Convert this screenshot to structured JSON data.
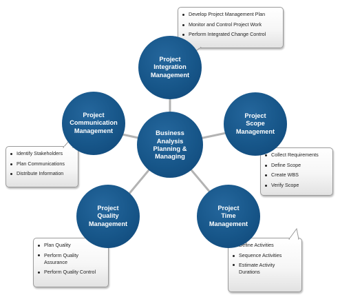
{
  "center": {
    "label": "Business\nAnalysis\nPlanning &\nManaging"
  },
  "nodes": {
    "integration": {
      "label": "Project\nIntegration\nManagement"
    },
    "scope": {
      "label": "Project\nScope\nManagement"
    },
    "time": {
      "label": "Project\nTime\nManagement"
    },
    "quality": {
      "label": "Project\nQuality\nManagement"
    },
    "communication": {
      "label": "Project\nCommunication\nManagement"
    }
  },
  "callouts": {
    "integration": {
      "items": [
        "Develop Project Management Plan",
        "Monitor and Control Project Work",
        "Perform Integrated Change Control"
      ]
    },
    "scope": {
      "items": [
        "Collect Requirements",
        "Define Scope",
        "Create WBS",
        "Verify Scope"
      ]
    },
    "time": {
      "items": [
        "Define Activities",
        "Sequence Activities",
        "Estimate Activity Durations"
      ]
    },
    "quality": {
      "items": [
        "Plan Quality",
        "Perform Quality Assurance",
        "Perform Quality Control"
      ]
    },
    "communication": {
      "items": [
        "Identify Stakeholders",
        "Plan Communications",
        "Distribute Information"
      ]
    }
  },
  "colors": {
    "node_fill": "#175689",
    "connector": "#b3b3b3",
    "callout_border": "#9a9a9a",
    "text": "#222222"
  }
}
